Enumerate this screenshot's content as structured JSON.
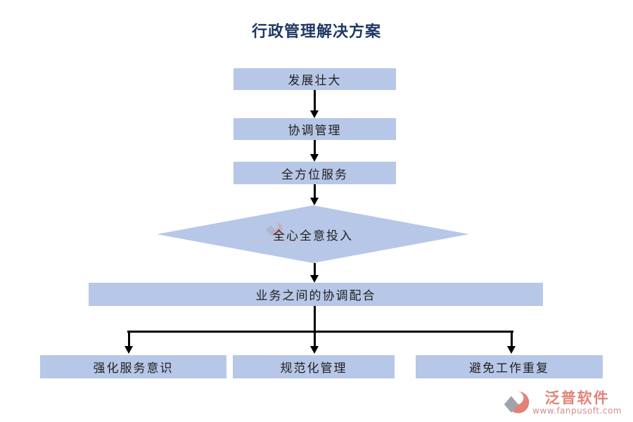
{
  "title": "行政管理解决方案",
  "colors": {
    "title": "#1F3864",
    "box_fill": "#B7C7E7",
    "box_text": "#1F1F1F",
    "arrow": "#000000",
    "logo_accent": "#E2837A",
    "logo_url": "#CE9189",
    "logo_gray": "#9FA3AC"
  },
  "nodes": {
    "level1": "发展壮大",
    "level2": "协调管理",
    "level3": "全方位服务",
    "decision": "全心全意投入",
    "hub": "业务之间的协调配合",
    "leaf1": "强化服务意识",
    "leaf2": "规范化管理",
    "leaf3": "避免工作重复"
  },
  "watermark": {
    "caption": "FANPU SOFTWARE"
  },
  "footer_logo": {
    "brand": "泛普软件",
    "url": "www.fanpusoft.com"
  }
}
